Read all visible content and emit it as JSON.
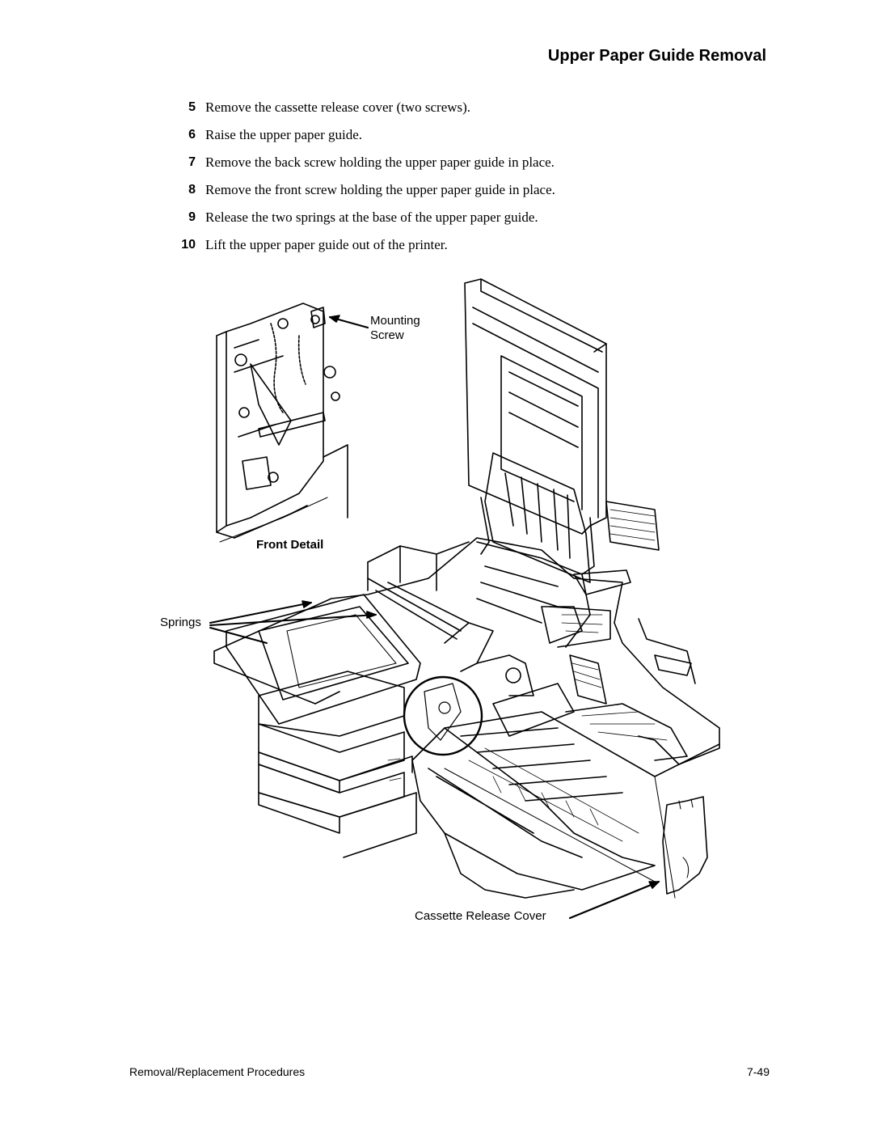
{
  "header": {
    "title": "Upper Paper Guide Removal"
  },
  "steps": [
    {
      "num": "5",
      "text": "Remove the cassette release cover (two screws)."
    },
    {
      "num": "6",
      "text": "Raise the upper paper guide."
    },
    {
      "num": "7",
      "text": "Remove the back screw holding the upper paper guide in place."
    },
    {
      "num": "8",
      "text": "Remove the front screw holding the upper paper guide in place."
    },
    {
      "num": "9",
      "text": "Release the two springs at the base of the upper paper guide."
    },
    {
      "num": "10",
      "text": "Lift the upper paper guide out of the printer."
    }
  ],
  "figure": {
    "labels": {
      "mounting_screw_line1": "Mounting",
      "mounting_screw_line2": "Screw",
      "front_detail": "Front Detail",
      "springs": "Springs",
      "cassette_release_cover": "Cassette Release Cover"
    }
  },
  "footer": {
    "left": "Removal/Replacement Procedures",
    "right": "7-49"
  }
}
